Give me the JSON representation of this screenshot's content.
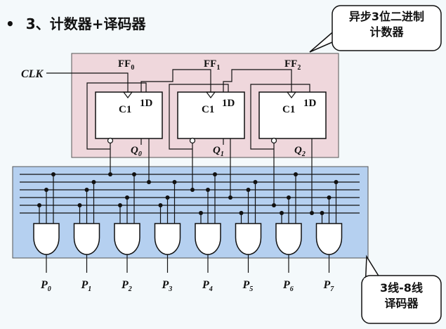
{
  "slide": {
    "bullet": "•",
    "heading": "3、计数器+译码器"
  },
  "counter": {
    "clk_label": "CLK",
    "flipflops": [
      {
        "name_main": "FF",
        "name_sub": "0",
        "clock_input": "C1",
        "d_input": "1D",
        "output_main": "Q",
        "output_sub": "0"
      },
      {
        "name_main": "FF",
        "name_sub": "1",
        "clock_input": "C1",
        "d_input": "1D",
        "output_main": "Q",
        "output_sub": "1"
      },
      {
        "name_main": "FF",
        "name_sub": "2",
        "clock_input": "C1",
        "d_input": "1D",
        "output_main": "Q",
        "output_sub": "2"
      }
    ],
    "callout": {
      "line1": "异步3位二进制",
      "line2": "计数器"
    }
  },
  "decoder": {
    "outputs": [
      {
        "main": "P",
        "sub": "0"
      },
      {
        "main": "P",
        "sub": "1"
      },
      {
        "main": "P",
        "sub": "2"
      },
      {
        "main": "P",
        "sub": "3"
      },
      {
        "main": "P",
        "sub": "4"
      },
      {
        "main": "P",
        "sub": "5"
      },
      {
        "main": "P",
        "sub": "6"
      },
      {
        "main": "P",
        "sub": "7"
      }
    ],
    "callout": {
      "line1": "3线-8线",
      "line2": "译码器"
    }
  },
  "colors": {
    "counter_region": "#efd7dc",
    "decoder_region": "#b5d0f0",
    "callout_fill": "#ffffff",
    "line": "#111111"
  }
}
